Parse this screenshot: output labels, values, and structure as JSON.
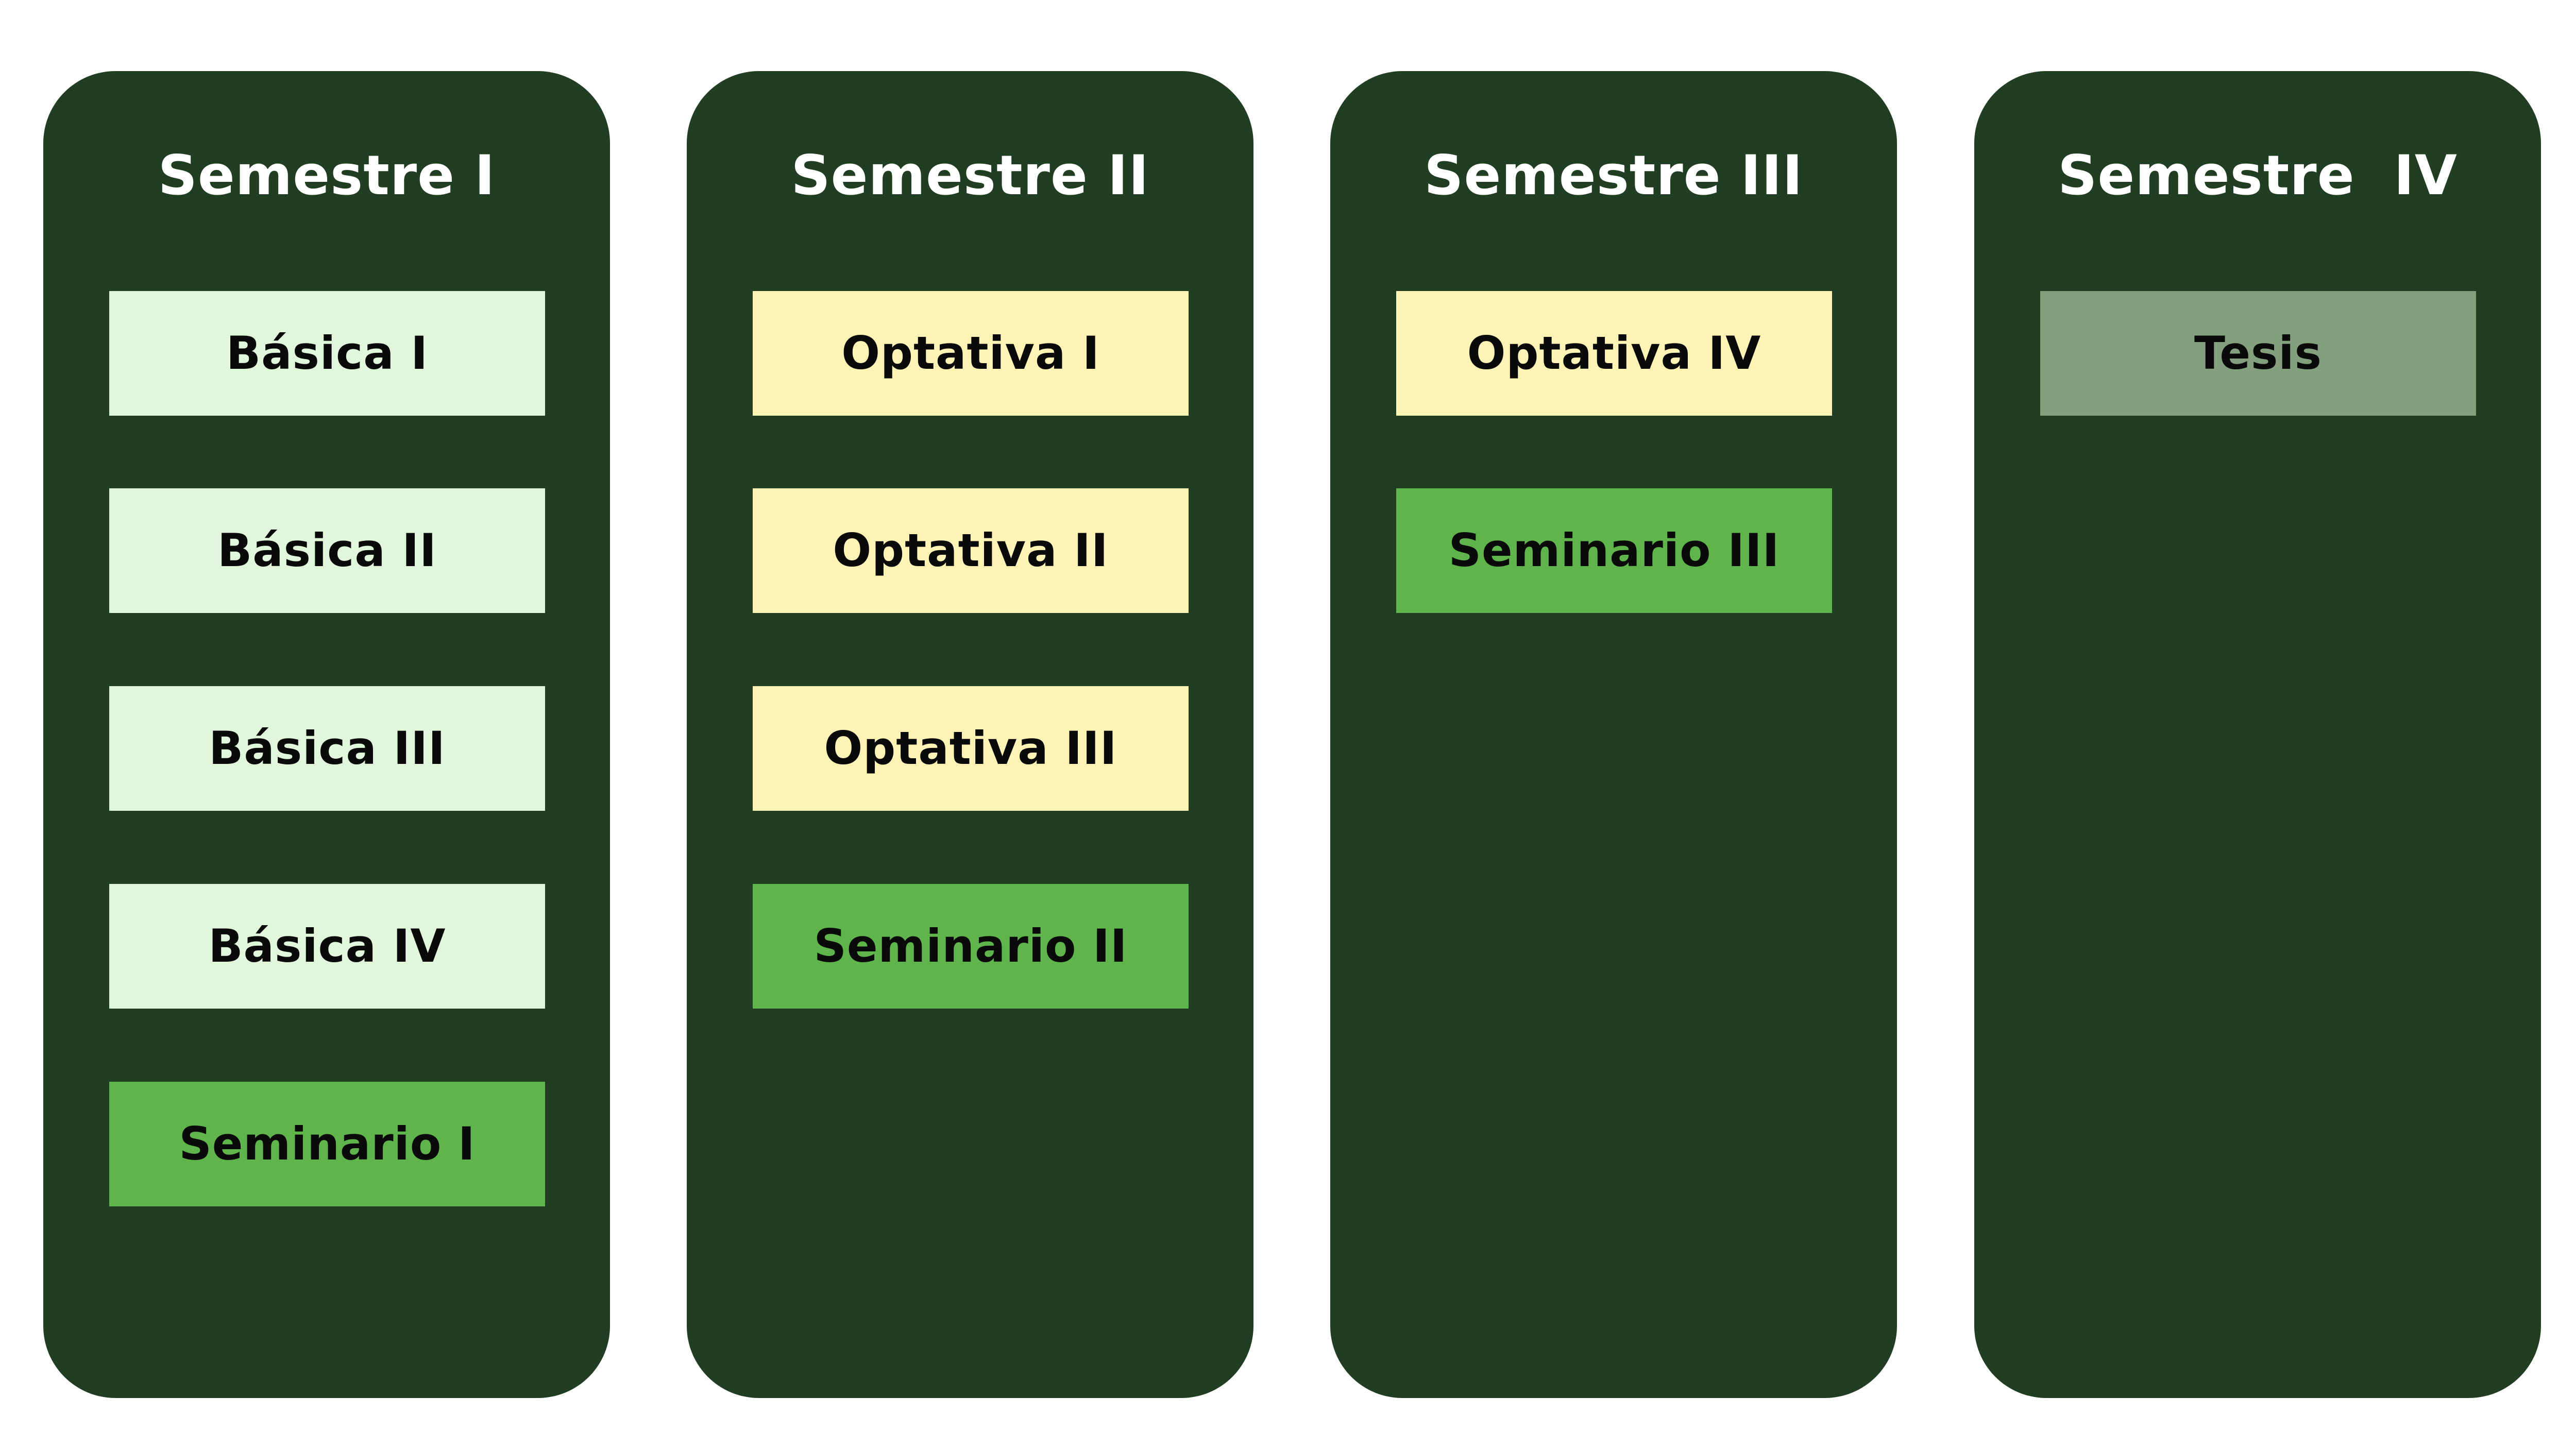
{
  "colors": {
    "background": "#ffffff",
    "column": "#213e22",
    "title_text": "#ffffff",
    "card_text": "#0a0a0a",
    "basica": "#e1f7dc",
    "optativa": "#fff4b5",
    "seminario": "#5fb44c",
    "tesis": "#839f7d"
  },
  "semesters": [
    {
      "title": "Semestre I",
      "courses": [
        {
          "label": "Básica I",
          "type": "basica"
        },
        {
          "label": "Básica II",
          "type": "basica"
        },
        {
          "label": "Básica III",
          "type": "basica"
        },
        {
          "label": "Básica IV",
          "type": "basica"
        },
        {
          "label": "Seminario I",
          "type": "seminario"
        }
      ]
    },
    {
      "title": "Semestre II",
      "courses": [
        {
          "label": "Optativa I",
          "type": "optativa"
        },
        {
          "label": "Optativa II",
          "type": "optativa"
        },
        {
          "label": "Optativa III",
          "type": "optativa"
        },
        {
          "label": "Seminario II",
          "type": "seminario"
        }
      ]
    },
    {
      "title": "Semestre III",
      "courses": [
        {
          "label": "Optativa IV",
          "type": "optativa"
        },
        {
          "label": "Seminario III",
          "type": "seminario"
        }
      ]
    },
    {
      "title": "Semestre  IV",
      "courses": [
        {
          "label": "Tesis",
          "type": "tesis"
        }
      ]
    }
  ]
}
